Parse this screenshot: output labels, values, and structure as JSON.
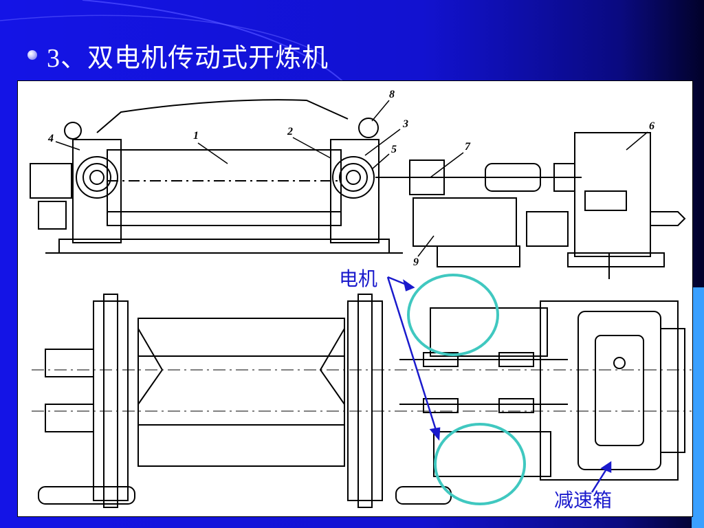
{
  "slide": {
    "title": "3、双电机传动式开炼机"
  },
  "diagram": {
    "part_numbers": [
      "1",
      "2",
      "3",
      "4",
      "5",
      "6",
      "7",
      "8",
      "9"
    ],
    "annotations": {
      "motor_label": "电机",
      "gearbox_label": "减速箱"
    }
  },
  "colors": {
    "background": "#1414e6",
    "annotation_text": "#1a1acc",
    "circle_highlight": "#40c8c0",
    "arrow": "#1a1acc"
  }
}
